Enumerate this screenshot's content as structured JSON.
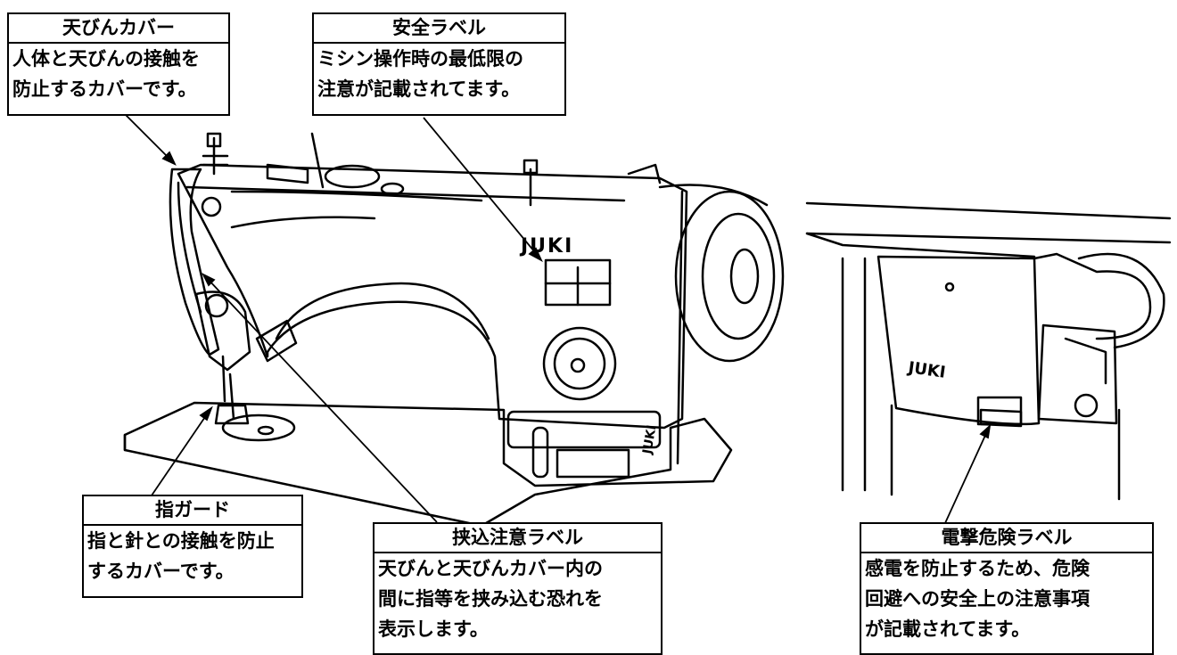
{
  "brand": "JUKI",
  "callouts": [
    {
      "id": "thread-take-up-cover",
      "title": "天びんカバー",
      "lines": [
        "人体と天びんの接触を",
        "防止するカバーです。"
      ]
    },
    {
      "id": "safety-label",
      "title": "安全ラベル",
      "lines": [
        "ミシン操作時の最低限の",
        "注意が記載されてます。"
      ]
    },
    {
      "id": "finger-guard",
      "title": "指ガード",
      "lines": [
        "指と針との接触を防止",
        "するカバーです。"
      ]
    },
    {
      "id": "pinch-caution-label",
      "title": "挟込注意ラベル",
      "lines": [
        "天びんと天びんカバー内の",
        "間に指等を挟み込む恐れを",
        "表示します。"
      ]
    },
    {
      "id": "electric-shock-label",
      "title": "電撃危険ラベル",
      "lines": [
        "感電を防止するため、危険",
        "回避への安全上の注意事項",
        "が記載されてます。"
      ]
    }
  ]
}
